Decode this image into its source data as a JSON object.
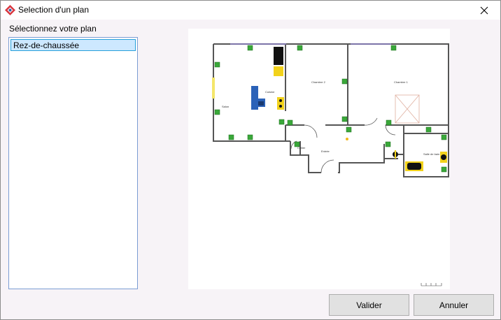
{
  "window": {
    "title": "Selection d'un plan"
  },
  "instruction_label": "Sélectionnez votre plan",
  "plans": [
    {
      "label": "Rez-de-chaussée",
      "selected": true
    }
  ],
  "floorplan": {
    "room_labels": {
      "salon": "Salon",
      "cuisine": "Cuisine",
      "chambre2": "Chambre 2",
      "chambre1": "Chambre 1",
      "entree": "Entrée",
      "cellier": "Cellier",
      "sdb": "Salle de bain"
    }
  },
  "buttons": {
    "ok": "Valider",
    "cancel": "Annuler"
  },
  "colors": {
    "accent_selection": "#cde8ff",
    "selection_border": "#26a0da",
    "outlet_green": "#3aa83a",
    "kitchen_yellow": "#f2d21b",
    "sofa_blue": "#2b62b8"
  }
}
